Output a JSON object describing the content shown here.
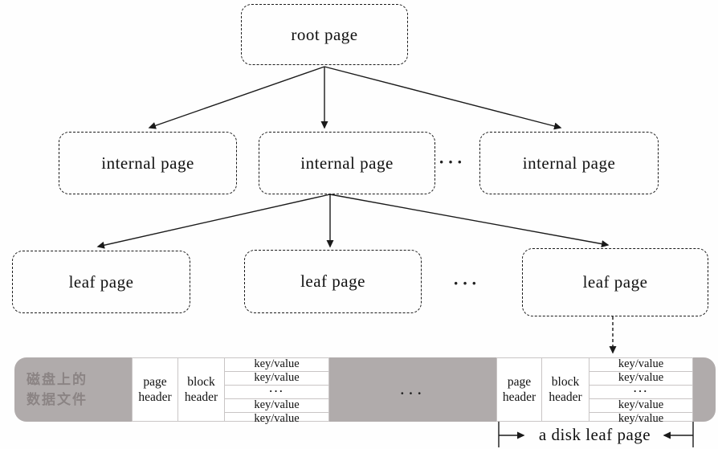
{
  "tree": {
    "root_label": "root page",
    "internal_labels": [
      "internal page",
      "internal page",
      "internal page"
    ],
    "leaf_labels": [
      "leaf page",
      "leaf page",
      "leaf page"
    ],
    "row_ellipsis": "···"
  },
  "disk_band": {
    "disk_label_line1": "磁盘上的",
    "disk_label_line2": "数据文件",
    "middle_ellipsis": "···",
    "segments": [
      {
        "page_header": "page header",
        "block_header": "block header",
        "kv_rows": [
          "key/value",
          "key/value",
          "···",
          "key/value",
          "key/value"
        ]
      },
      {
        "page_header": "page header",
        "block_header": "block header",
        "kv_rows": [
          "key/value",
          "key/value",
          "···",
          "key/value",
          "key/value"
        ]
      }
    ],
    "annotation": "a disk leaf page"
  },
  "colors": {
    "gray_block": "#b0abab",
    "gray_label_text": "#8b8484",
    "cell_border": "#c9c5c5",
    "line_color": "#1a1a1a"
  }
}
